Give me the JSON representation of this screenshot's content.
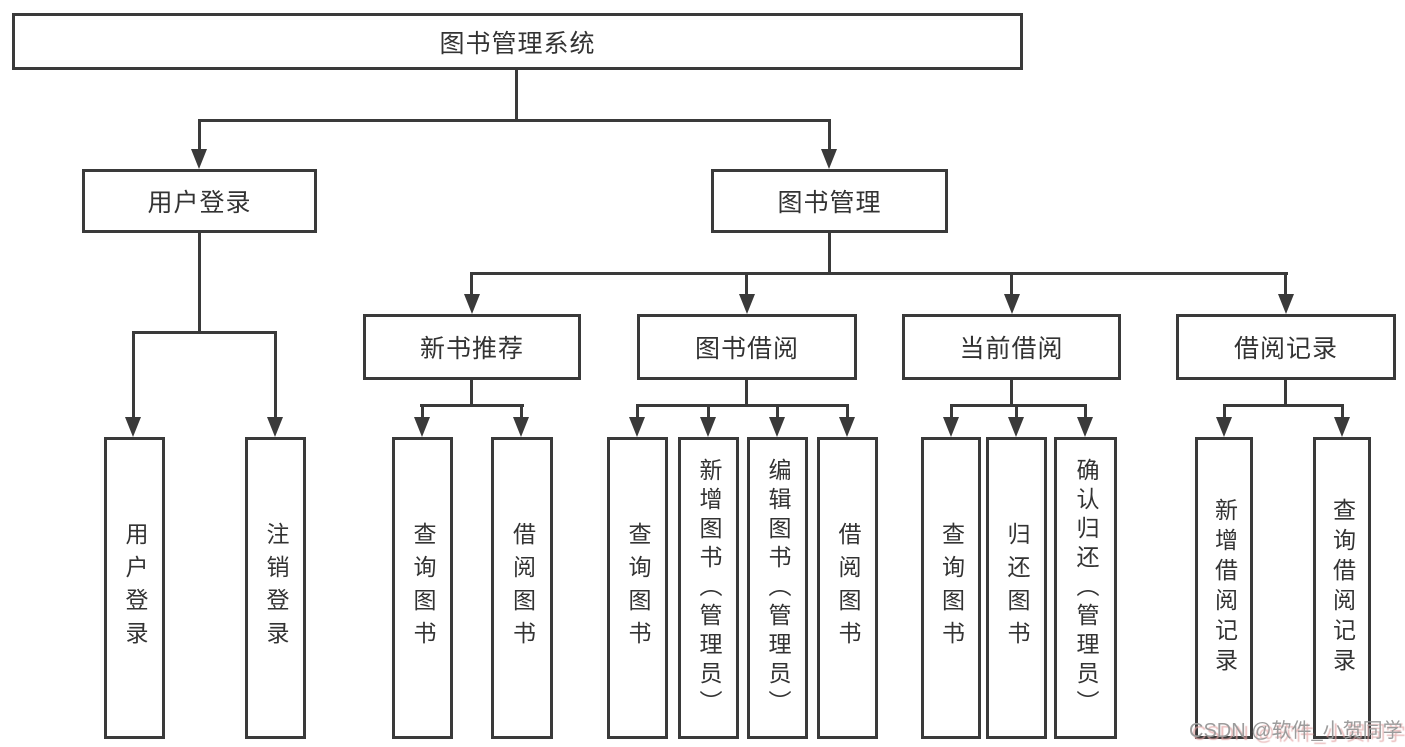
{
  "tree": {
    "label": "图书管理系统",
    "children": [
      {
        "label": "用户登录",
        "children": [
          {
            "label": "用户登录"
          },
          {
            "label": "注销登录"
          }
        ]
      },
      {
        "label": "图书管理",
        "children": [
          {
            "label": "新书推荐",
            "children": [
              {
                "label": "查询图书"
              },
              {
                "label": "借阅图书"
              }
            ]
          },
          {
            "label": "图书借阅",
            "children": [
              {
                "label": "查询图书"
              },
              {
                "label": "新增图书（管理员）"
              },
              {
                "label": "编辑图书（管理员）"
              },
              {
                "label": "借阅图书"
              }
            ]
          },
          {
            "label": "当前借阅",
            "children": [
              {
                "label": "查询图书"
              },
              {
                "label": "归还图书"
              },
              {
                "label": "确认归还（管理员）"
              }
            ]
          },
          {
            "label": "借阅记录",
            "children": [
              {
                "label": "新增借阅记录"
              },
              {
                "label": "查询借阅记录"
              }
            ]
          }
        ]
      }
    ]
  },
  "watermark": {
    "text": "CSDN @软件_小贺同学"
  },
  "colors": {
    "line": "#3a3a3a",
    "box_border": "#3a3a3a",
    "box_fill": "#ffffff",
    "text": "#333333",
    "background": "#ffffff",
    "watermark_gray": "#9c9c9c",
    "watermark_shadow": "#e2a4a4"
  }
}
